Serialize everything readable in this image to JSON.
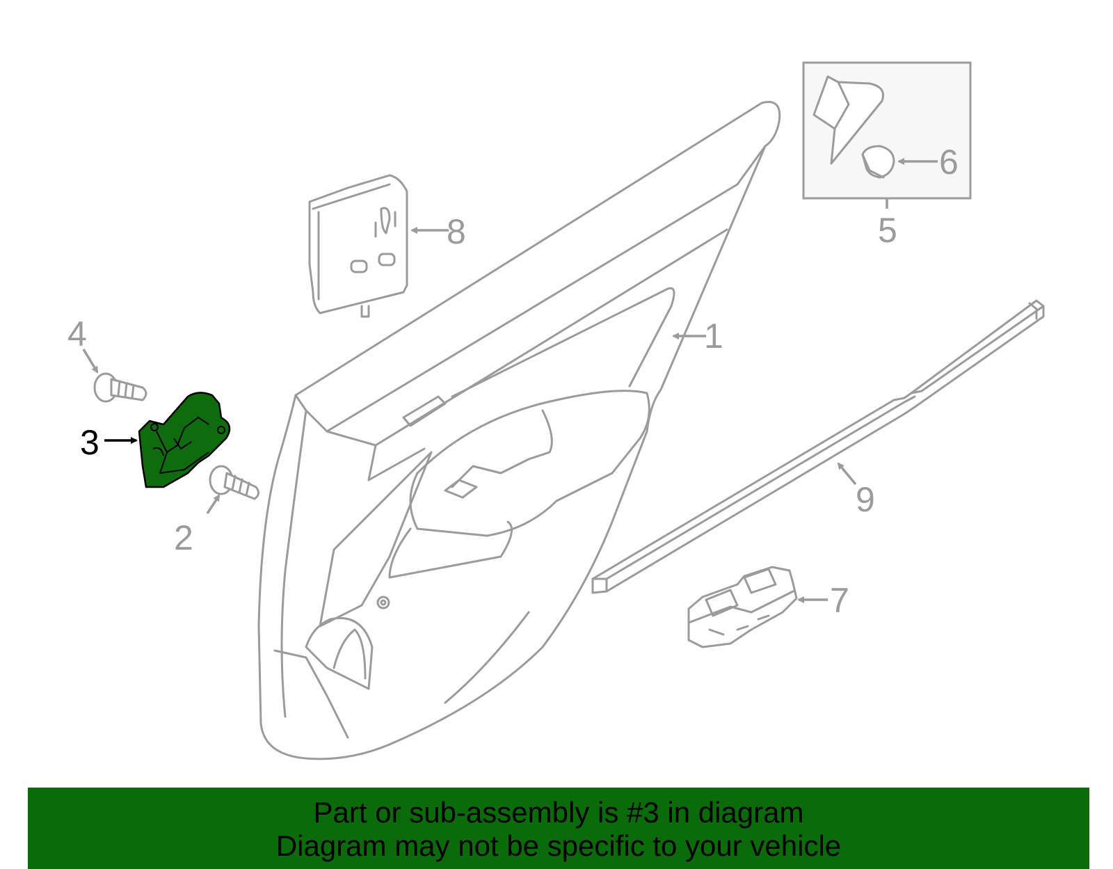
{
  "colors": {
    "part_stroke": "#9b9b9b",
    "highlight_fill": "#0e6b0e",
    "highlight_stroke": "#000000",
    "banner_bg": "#0b6b0b",
    "banner_text": "#000000",
    "inset_bg": "#f7f7f7"
  },
  "callouts": {
    "c1": "1",
    "c2": "2",
    "c3": "3",
    "c4": "4",
    "c5": "5",
    "c6": "6",
    "c7": "7",
    "c8": "8",
    "c9": "9"
  },
  "highlighted_part": "3",
  "banner": {
    "line1": "Part or sub-assembly is #3 in diagram",
    "line2": "Diagram may not be specific to your vehicle"
  }
}
